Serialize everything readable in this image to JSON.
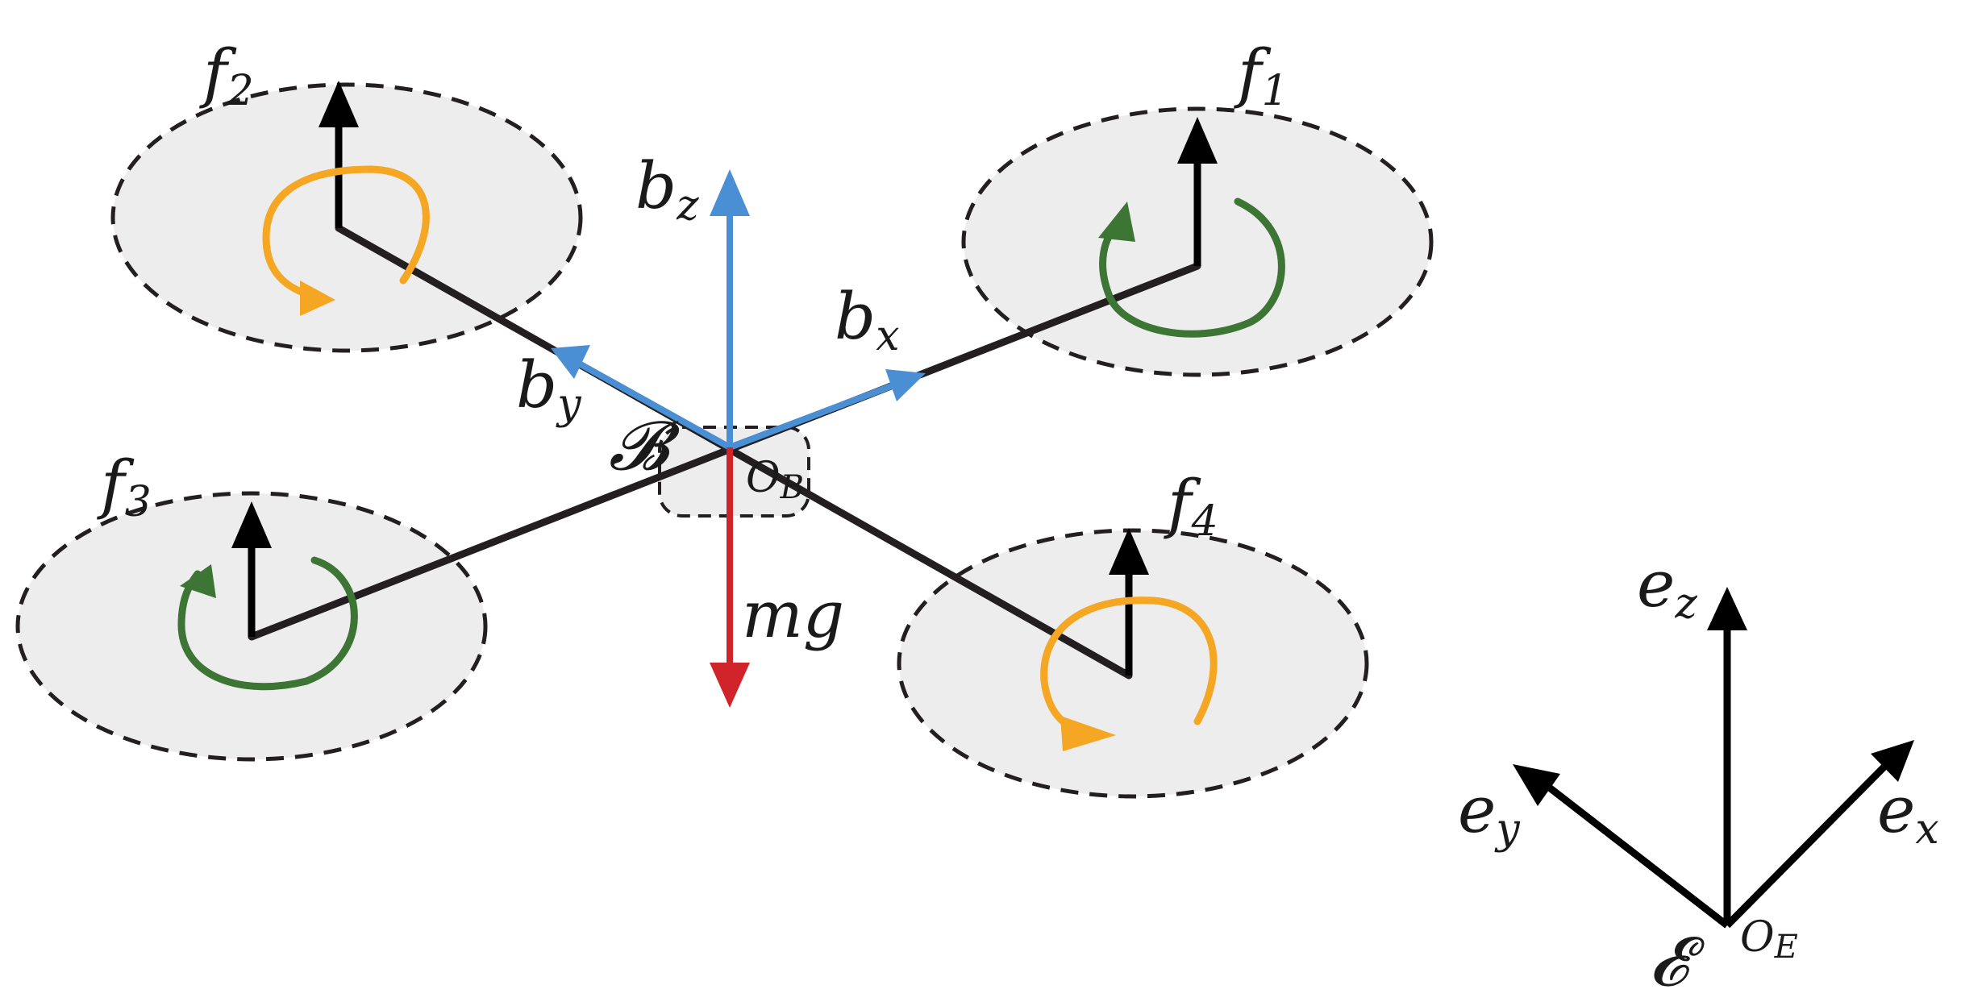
{
  "labels": {
    "rotor1": {
      "base": "f",
      "sub": "1"
    },
    "rotor2": {
      "base": "f",
      "sub": "2"
    },
    "rotor3": {
      "base": "f",
      "sub": "3"
    },
    "rotor4": {
      "base": "f",
      "sub": "4"
    },
    "body_x": {
      "base": "b",
      "sub": "x"
    },
    "body_y": {
      "base": "b",
      "sub": "y"
    },
    "body_z": {
      "base": "b",
      "sub": "z"
    },
    "body_frame": "𝓑",
    "body_origin": {
      "base": "O",
      "sub": "B"
    },
    "gravity": "mg",
    "earth_x": {
      "base": "e",
      "sub": "x"
    },
    "earth_y": {
      "base": "e",
      "sub": "y"
    },
    "earth_z": {
      "base": "e",
      "sub": "z"
    },
    "earth_frame": "𝓔",
    "earth_origin": {
      "base": "O",
      "sub": "E"
    }
  },
  "colors": {
    "body_axes": "#4a8fd4",
    "gravity": "#d0232a",
    "spin_cw": "#f5a623",
    "spin_ccw": "#3d7535",
    "rotor_fill": "#ededed",
    "arm": "#231f20",
    "thrust": "#000000"
  }
}
